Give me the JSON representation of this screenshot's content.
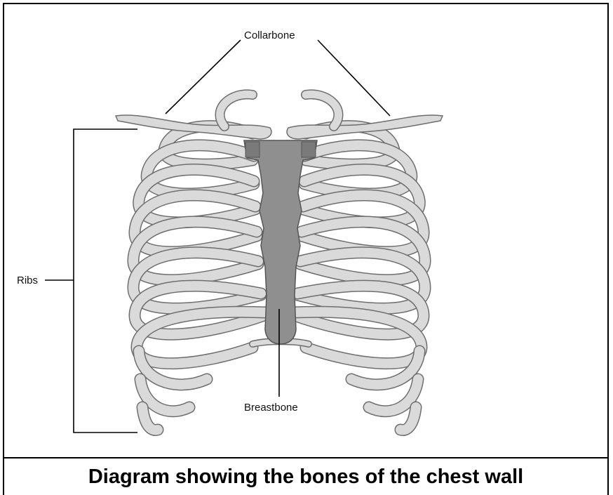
{
  "labels": {
    "collarbone": "Collarbone",
    "ribs": "Ribs",
    "breastbone": "Breastbone"
  },
  "caption": "Diagram showing the bones of the chest wall",
  "colors": {
    "bone_fill": "#dadada",
    "bone_outline": "#6e6e6e",
    "breastbone_fill": "#8f8f8f",
    "cartilage_fill": "#7a7a7a",
    "line": "#000000"
  }
}
